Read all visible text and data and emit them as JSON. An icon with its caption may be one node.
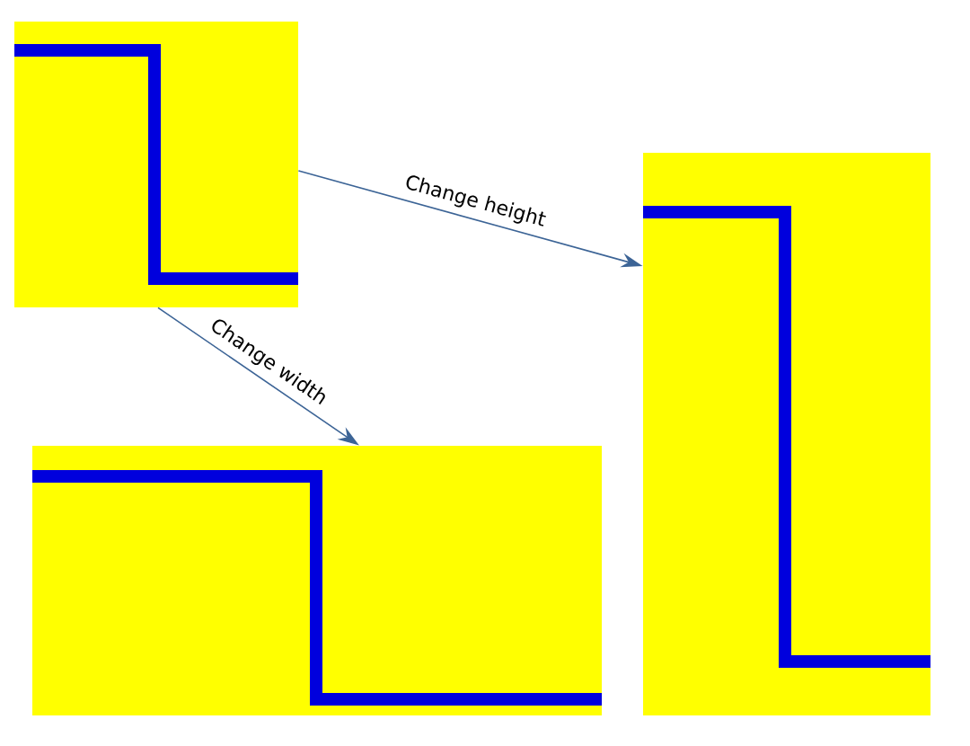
{
  "diagram": {
    "nodes": [
      {
        "text": [],
        "shape": "box"
      },
      {
        "text": [],
        "shape": "box"
      },
      {
        "text": [],
        "shape": "box"
      }
    ],
    "edges": [
      {
        "from": 0,
        "to": 1,
        "arrow": "to",
        "label": "Change height"
      },
      {
        "from": 0,
        "to": 2,
        "arrow": "to",
        "label": "Change width"
      }
    ]
  }
}
